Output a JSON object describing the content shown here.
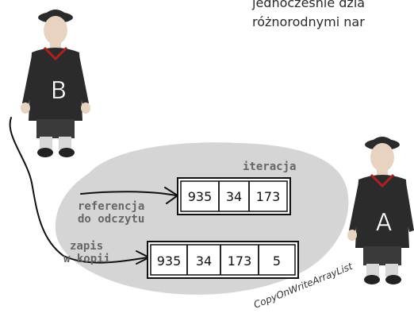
{
  "header": {
    "line1": "jednocześnie dzia",
    "line2": "różnorodnymi nar"
  },
  "workers": {
    "b_label": "B",
    "a_label": "A"
  },
  "labels": {
    "iteration": "iteracja",
    "read_ref_1": "referencja",
    "read_ref_2": "do odczytu",
    "write_1": "zapis",
    "write_2": "w kopii",
    "class_name": "CopyOnWriteArrayList"
  },
  "arrays": {
    "original": [
      "935",
      "34",
      "173"
    ],
    "copy": [
      "935",
      "34",
      "173",
      "5"
    ]
  },
  "colors": {
    "blob": "#d5d5d5",
    "label_text": "#666666",
    "shirt": "#2b2b2b",
    "red_trim": "#b02020"
  }
}
